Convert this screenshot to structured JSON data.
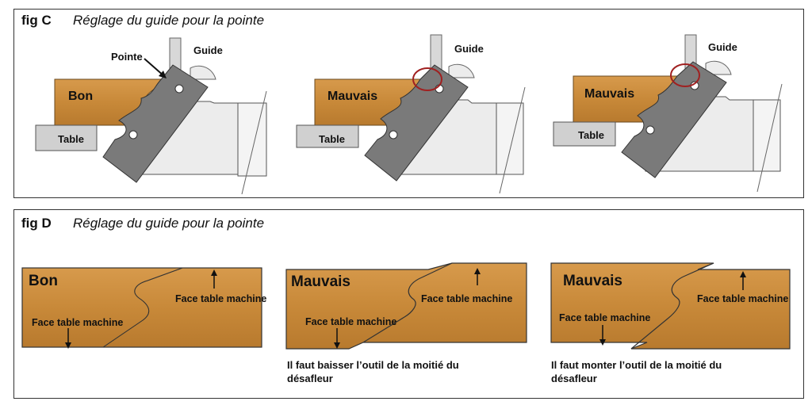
{
  "fig_c": {
    "label": "fig C",
    "title": "Réglage du guide pour la pointe",
    "diagrams": [
      {
        "board_label": "Bon",
        "table_label": "Table",
        "guide_label": "Guide",
        "pointe_label": "Pointe"
      },
      {
        "board_label": "Mauvais",
        "table_label": "Table",
        "guide_label": "Guide"
      },
      {
        "board_label": "Mauvais",
        "table_label": "Table",
        "guide_label": "Guide"
      }
    ]
  },
  "fig_d": {
    "label": "fig D",
    "title": "Réglage du guide pour la pointe",
    "boards": [
      {
        "verdict": "Bon",
        "face_upper": "Face table machine",
        "face_lower": "Face table machine",
        "note": ""
      },
      {
        "verdict": "Mauvais",
        "face_upper": "Face table machine",
        "face_lower": "Face table machine",
        "note": "Il faut baisser l’outil de la moitié du désafleur"
      },
      {
        "verdict": "Mauvais",
        "face_upper": "Face table machine",
        "face_lower": "Face table machine",
        "note": "Il faut monter l’outil de la moitié du désafleur"
      }
    ]
  },
  "colors": {
    "wood": "#c98a3e",
    "wood_dark": "#a86a28",
    "blade": "#7a7a7a",
    "table": "#d0d0d0",
    "circle": "#a02020"
  }
}
